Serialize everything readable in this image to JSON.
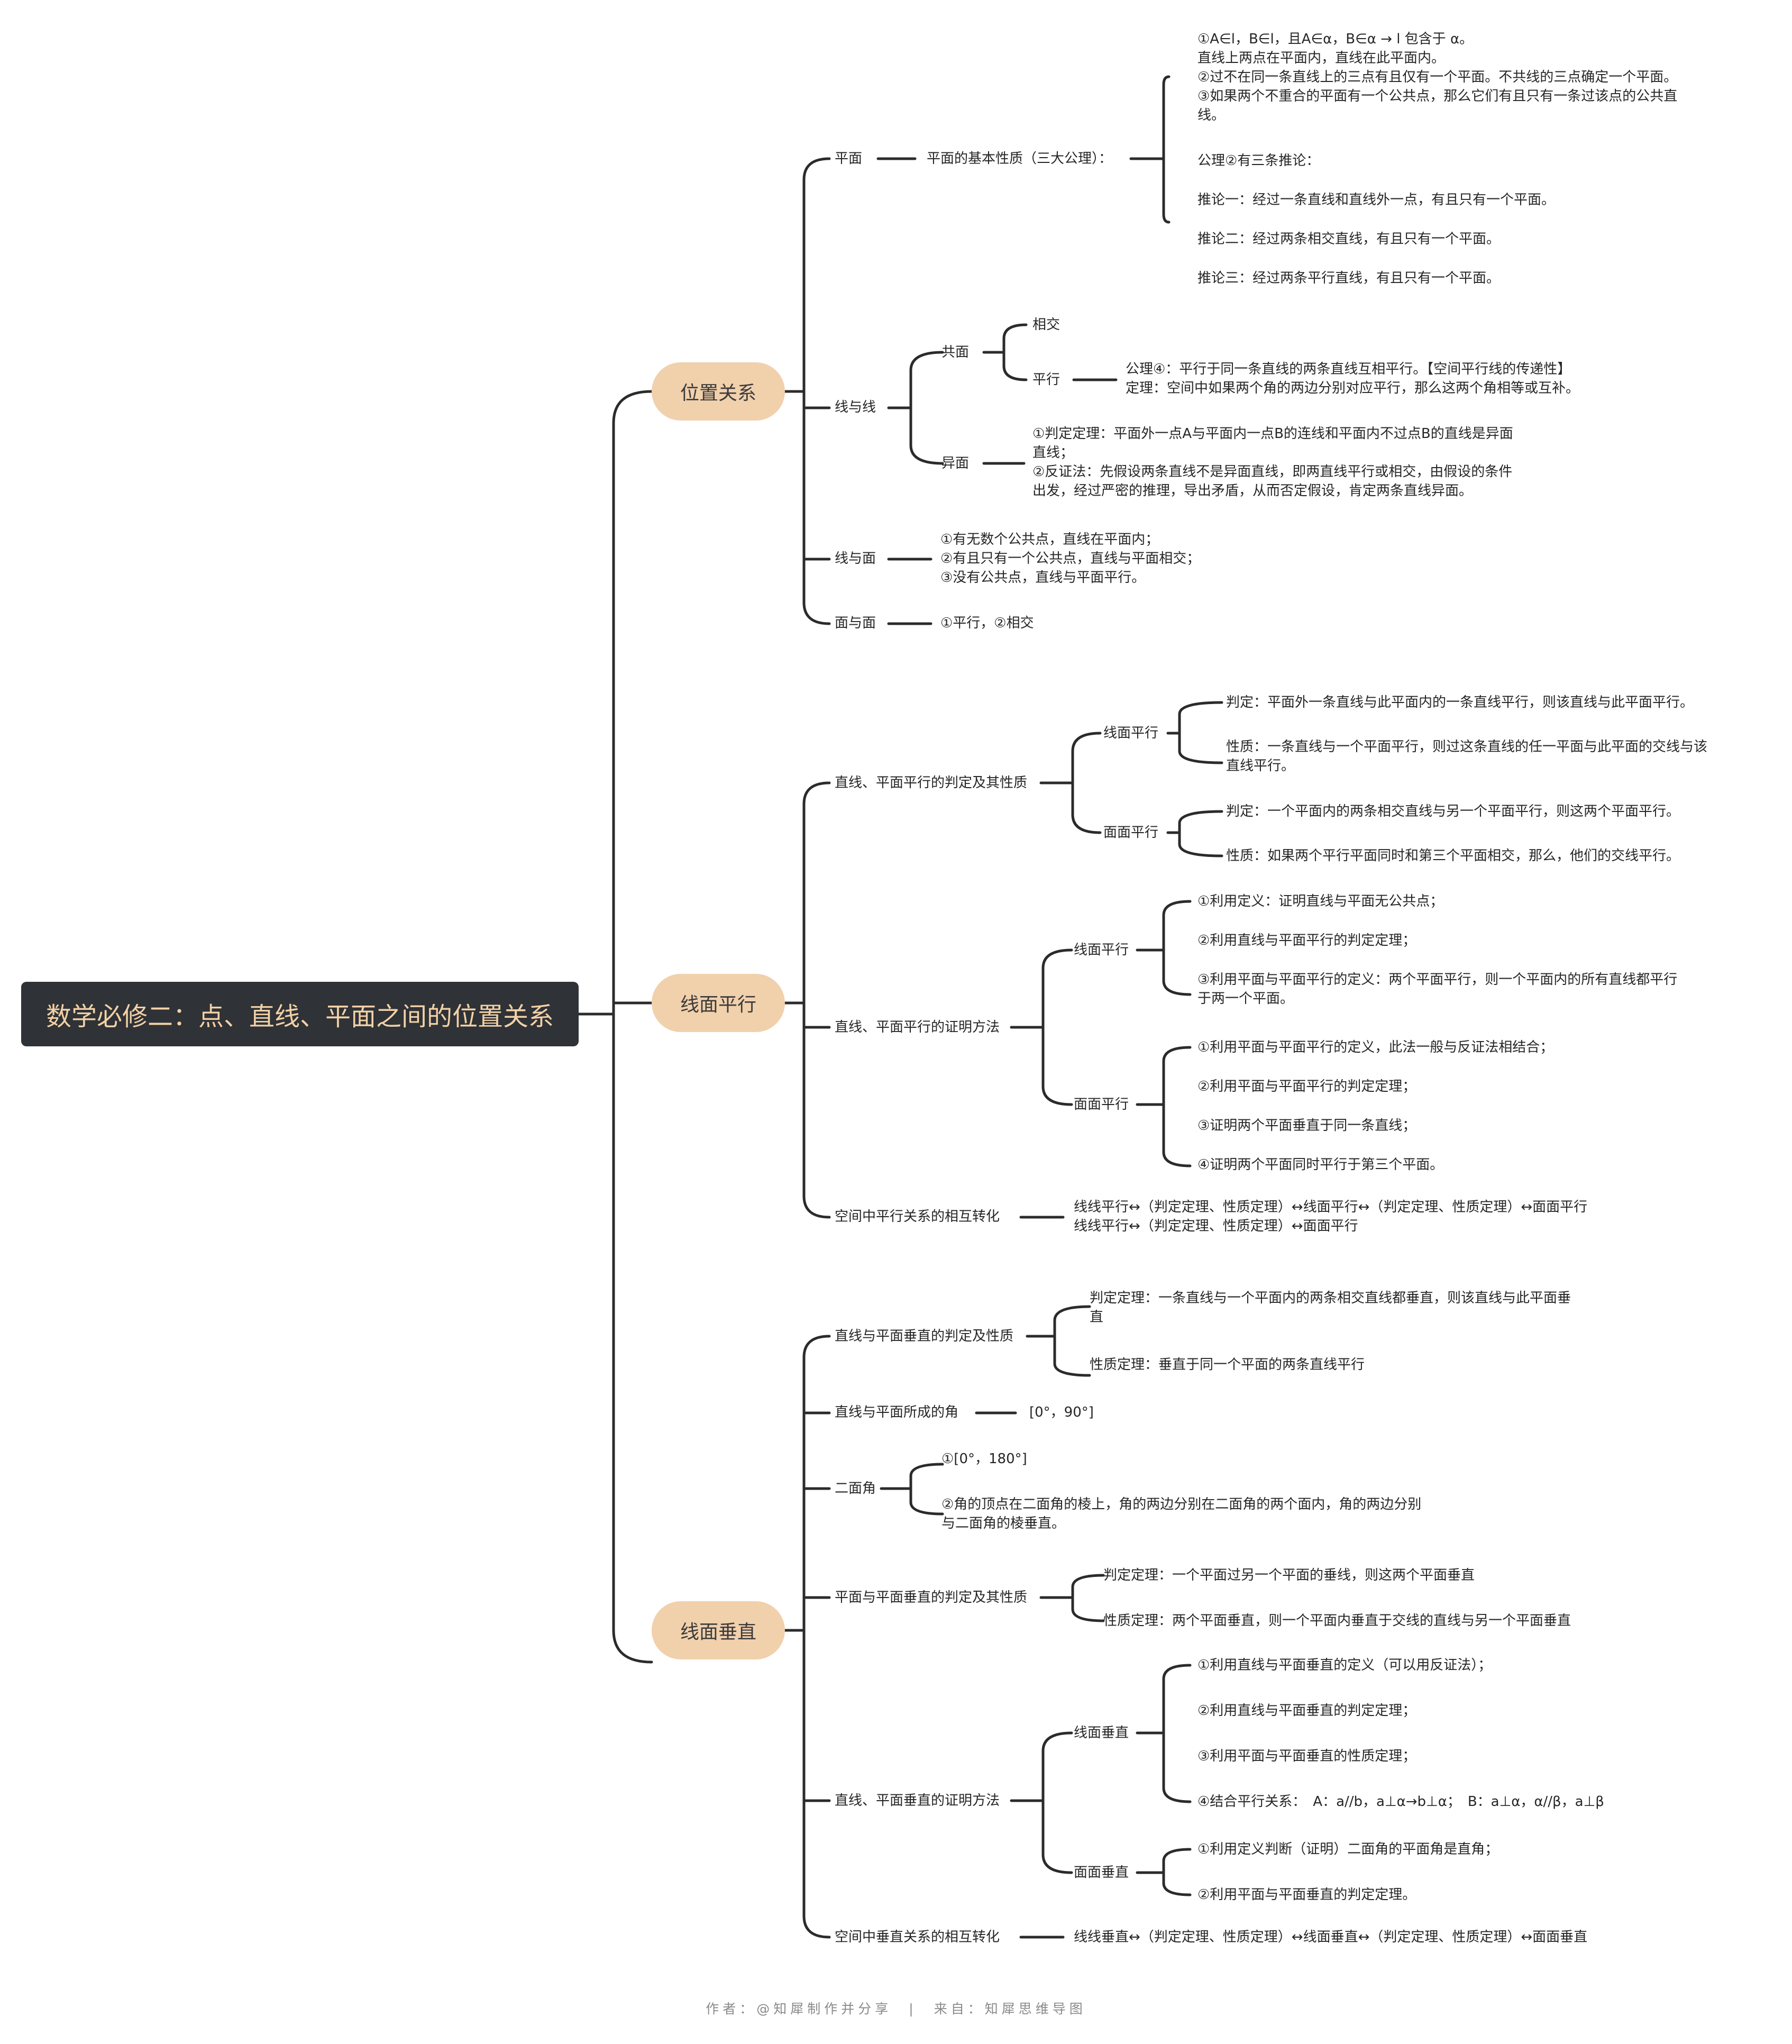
{
  "colors": {
    "root_bg": "#2f3236",
    "root_text": "#f2d1a6",
    "pill_bg": "#f1d0ac",
    "line": "#2b2b2b"
  },
  "root": "数学必修二：点、直线、平面之间的位置关系",
  "branches": {
    "pos": "位置关系",
    "par": "线面平行",
    "perp": "线面垂直"
  },
  "pos": {
    "plane": "平面",
    "plane_basic": "平面的基本性质（三大公理）：",
    "axioms": [
      "①A∈l，B∈l，且A∈α，B∈α → l 包含于 α。",
      "直线上两点在平面内，直线在此平面内。",
      "②过不在同一条直线上的三点有且仅有一个平面。不共线的三点确定一个平面。",
      "③如果两个不重合的平面有一个公共点，那么它们有且只有一条过该点的公共直",
      "线。"
    ],
    "cor_title": "公理②有三条推论：",
    "cor1": "推论一：经过一条直线和直线外一点，有且只有一个平面。",
    "cor2": "推论二：经过两条相交直线，有且只有一个平面。",
    "cor3": "推论三：经过两条平行直线，有且只有一个平面。",
    "ll": "线与线",
    "coplanar": "共面",
    "intersect": "相交",
    "parallel": "平行",
    "parallel_lines": [
      "公理④：平行于同一条直线的两条直线互相平行。【空间平行线的传递性】",
      "定理：空间中如果两个角的两边分别对应平行，那么这两个角相等或互补。"
    ],
    "skew": "异面",
    "skew_lines": [
      "①判定定理：平面外一点A与平面内一点B的连线和平面内不过点B的直线是异面",
      "直线；",
      "②反证法：先假设两条直线不是异面直线，即两直线平行或相交，由假设的条件",
      "出发，经过严密的推理，导出矛盾，从而否定假设，肯定两条直线异面。"
    ],
    "lp": "线与面",
    "lp_lines": [
      "①有无数个公共点，直线在平面内；",
      "②有且只有一个公共点，直线与平面相交；",
      "③没有公共点，直线与平面平行。"
    ],
    "pp": "面与面",
    "pp_text": "①平行，②相交"
  },
  "par": {
    "judge": "直线、平面平行的判定及其性质",
    "lp": "线面平行",
    "lp_judge": "判定：平面外一条直线与此平面内的一条直线平行，则该直线与此平面平行。",
    "lp_prop": [
      "性质：一条直线与一个平面平行，则过这条直线的任一平面与此平面的交线与该",
      "直线平行。"
    ],
    "pp": "面面平行",
    "pp_judge": "判定：一个平面内的两条相交直线与另一个平面平行，则这两个平面平行。",
    "pp_prop": "性质：如果两个平行平面同时和第三个平面相交，那么，他们的交线平行。",
    "proof": "直线、平面平行的证明方法",
    "proof_lp": "线面平行",
    "proof_lp1": "①利用定义：证明直线与平面无公共点；",
    "proof_lp2": "②利用直线与平面平行的判定定理；",
    "proof_lp3": [
      "③利用平面与平面平行的定义：两个平面平行，则一个平面内的所有直线都平行",
      "于两一个平面。"
    ],
    "proof_pp": "面面平行",
    "proof_pp1": "①利用平面与平面平行的定义，此法一般与反证法相结合；",
    "proof_pp2": "②利用平面与平面平行的判定定理；",
    "proof_pp3": "③证明两个平面垂直于同一条直线；",
    "proof_pp4": "④证明两个平面同时平行于第三个平面。",
    "trans": "空间中平行关系的相互转化",
    "trans_lines": [
      "线线平行↔（判定定理、性质定理）↔线面平行↔（判定定理、性质定理）↔面面平行",
      "线线平行↔（判定定理、性质定理）↔面面平行"
    ]
  },
  "perp": {
    "lp_judge": "直线与平面垂直的判定及性质",
    "lp_judge_thm": [
      "判定定理：一条直线与一个平面内的两条相交直线都垂直，则该直线与此平面垂",
      "直"
    ],
    "lp_prop_thm": "性质定理：垂直于同一个平面的两条直线平行",
    "angle": "直线与平面所成的角",
    "angle_range": "[0°，90°]",
    "dihedral": "二面角",
    "dihedral1": "①[0°，180°]",
    "dihedral2": [
      "②角的顶点在二面角的棱上，角的两边分别在二面角的两个面内，角的两边分别",
      "与二面角的棱垂直。"
    ],
    "pp_judge": "平面与平面垂直的判定及其性质",
    "pp_judge_thm": "判定定理：一个平面过另一个平面的垂线，则这两个平面垂直",
    "pp_prop_thm": "性质定理：两个平面垂直，则一个平面内垂直于交线的直线与另一个平面垂直",
    "proof": "直线、平面垂直的证明方法",
    "proof_lp": "线面垂直",
    "proof_lp1": "①利用直线与平面垂直的定义（可以用反证法）；",
    "proof_lp2": "②利用直线与平面垂直的判定定理；",
    "proof_lp3": "③利用平面与平面垂直的性质定理；",
    "proof_lp4": "④结合平行关系：　A：a//b，a⊥α→b⊥α；　B：a⊥α，α//β，a⊥β",
    "proof_pp": "面面垂直",
    "proof_pp1": "①利用定义判断（证明）二面角的平面角是直角；",
    "proof_pp2": "②利用平面与平面垂直的判定定理。",
    "trans": "空间中垂直关系的相互转化",
    "trans_text": "线线垂直↔（判定定理、性质定理）↔线面垂直↔（判定定理、性质定理）↔面面垂直"
  },
  "footer": "作者：@知犀制作并分享　|　来自：知犀思维导图"
}
